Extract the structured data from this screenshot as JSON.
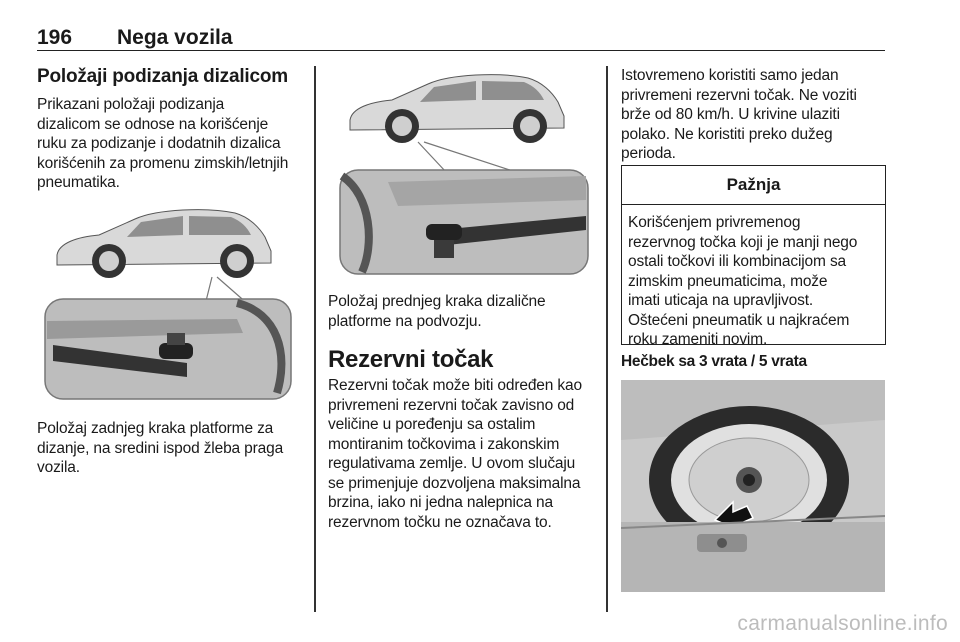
{
  "header": {
    "page_number": "196",
    "title": "Nega vozila"
  },
  "col1": {
    "heading": "Položaji podizanja dizalicom",
    "intro": "Prikazani položaji podizanja\ndizalicom se odnose na korišćenje\nruku za podizanje i dodatnih dizalica\nkorišćenih za promenu zimskih/letnjih\npneumatika.",
    "caption": "Položaj zadnjeg kraka platforme za\ndizanje, na sredini ispod žleba praga\nvozila."
  },
  "col2": {
    "caption": "Položaj prednjeg kraka dizalične\nplatforme na podvozju.",
    "heading": "Rezervni točak",
    "body": "Rezervni točak može biti određen kao\nprivremeni rezervni točak zavisno od\nveličine u poređenju sa ostalim\nmontiranim točkovima i zakonskim\nregulativama zemlje. U ovom slučaju\nse primenjuje dozvoljena maksimalna\nbrzina, iako ni jedna nalepnica na\nrezervnom točku ne označava to."
  },
  "col3": {
    "intro": "Istovremeno koristiti samo jedan\nprivremeni rezervni točak. Ne voziti\nbrže od 80 km/h. U krivine ulaziti\npolako. Ne koristiti preko dužeg\nperioda.",
    "note_title": "Pažnja",
    "note_body": "Korišćenjem privremenog\nrezervnog točka koji je manji nego\nostali točkovi ili kombinacijom sa\nzimskim pneumaticima, može\nimati uticaja na upravljivost.\nOštećeni pneumatik u najkraćem\nroku zameniti novim.",
    "subheading": "Hečbek sa 3 vrata / 5 vrata"
  },
  "watermark": "carmanualsonline.info"
}
